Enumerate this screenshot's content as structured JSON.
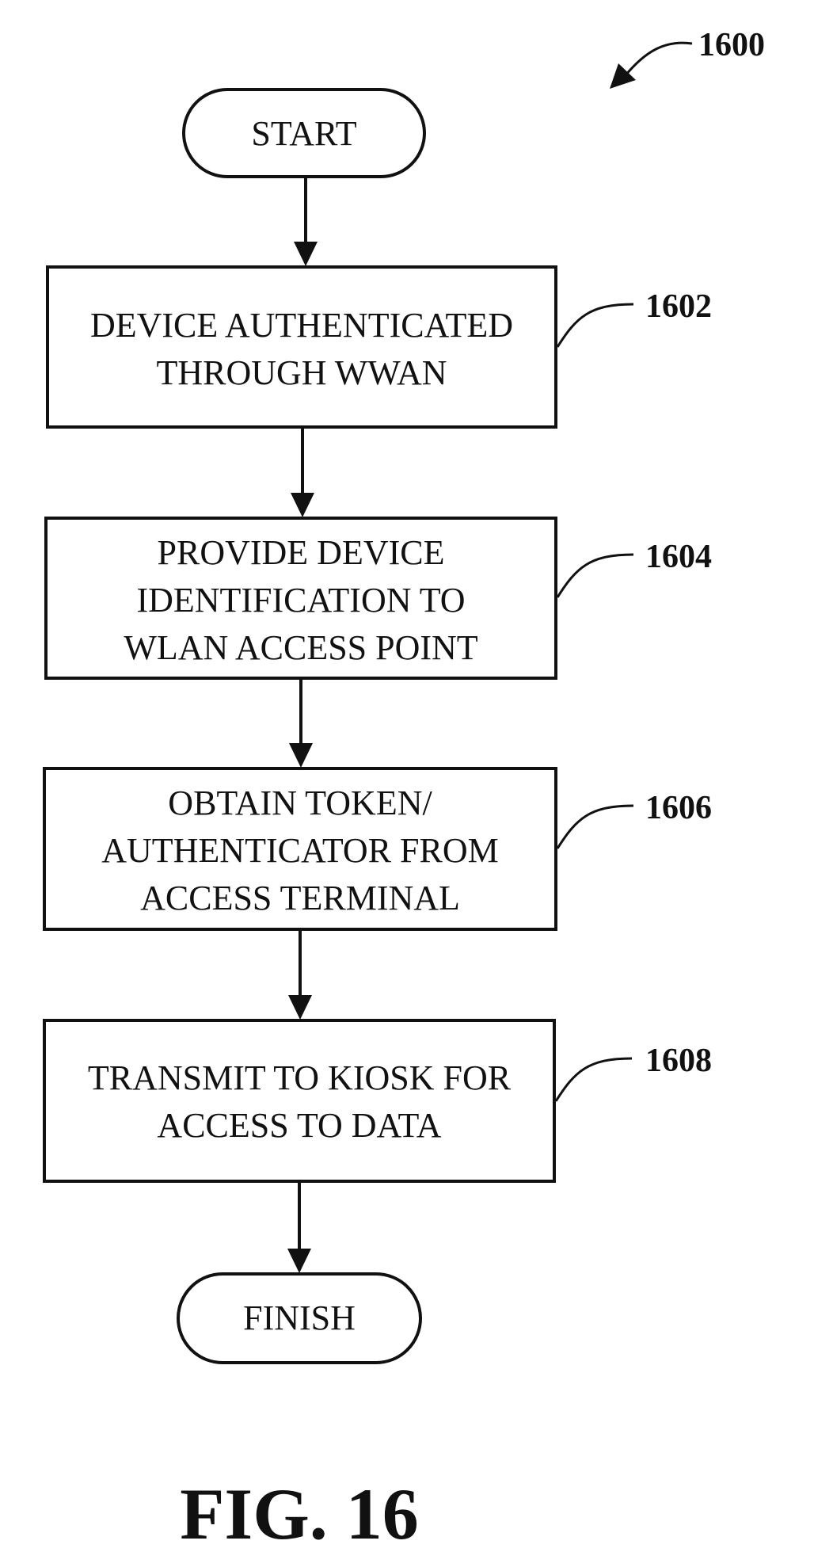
{
  "figure": {
    "ref": "1600",
    "caption": "FIG. 16"
  },
  "nodes": [
    {
      "id": "start",
      "shape": "terminal",
      "lines": [
        "START"
      ]
    },
    {
      "id": "step-1602",
      "shape": "process",
      "ref": "1602",
      "lines": [
        "DEVICE AUTHENTICATED",
        "THROUGH WWAN"
      ]
    },
    {
      "id": "step-1604",
      "shape": "process",
      "ref": "1604",
      "lines": [
        "PROVIDE DEVICE",
        "IDENTIFICATION TO",
        "WLAN ACCESS POINT"
      ]
    },
    {
      "id": "step-1606",
      "shape": "process",
      "ref": "1606",
      "lines": [
        "OBTAIN TOKEN/",
        "AUTHENTICATOR FROM",
        "ACCESS TERMINAL"
      ]
    },
    {
      "id": "step-1608",
      "shape": "process",
      "ref": "1608",
      "lines": [
        "TRANSMIT TO KIOSK FOR",
        "ACCESS TO DATA"
      ]
    },
    {
      "id": "finish",
      "shape": "terminal",
      "lines": [
        "FINISH"
      ]
    }
  ],
  "edges": [
    {
      "from": "start",
      "to": "step-1602"
    },
    {
      "from": "step-1602",
      "to": "step-1604"
    },
    {
      "from": "step-1604",
      "to": "step-1606"
    },
    {
      "from": "step-1606",
      "to": "step-1608"
    },
    {
      "from": "step-1608",
      "to": "finish"
    }
  ]
}
